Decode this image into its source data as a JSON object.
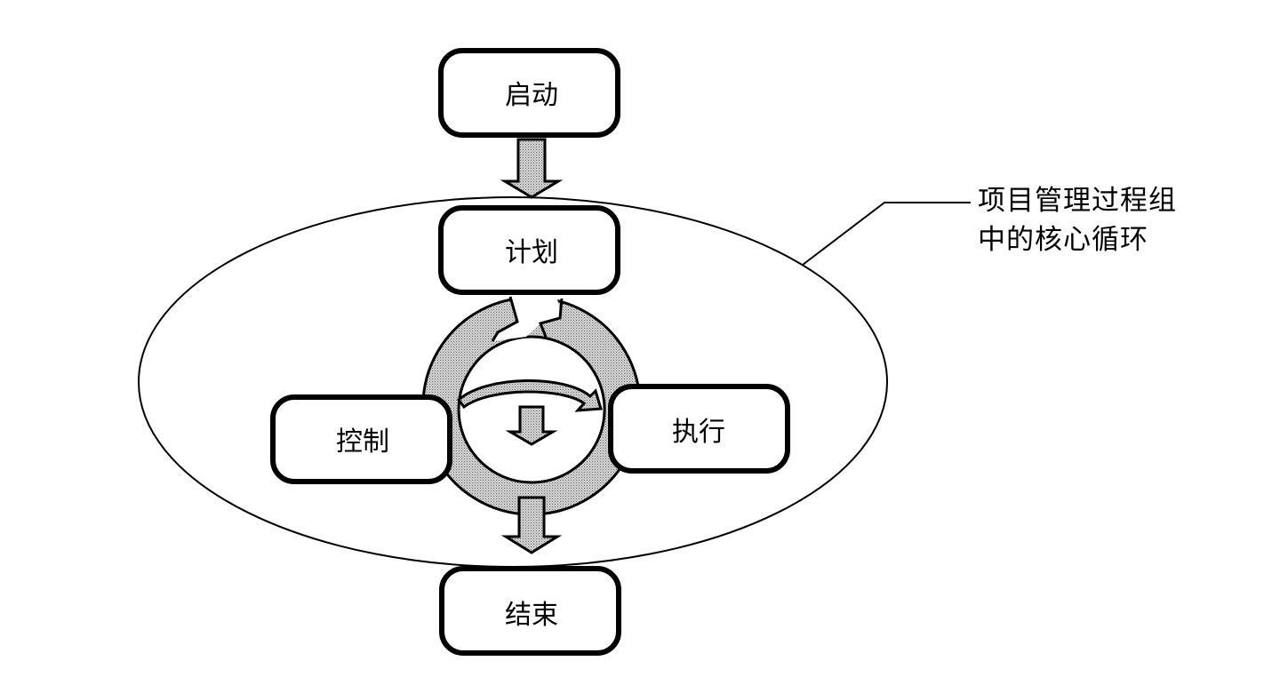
{
  "nodes": {
    "initiate": "启动",
    "planning": "计划",
    "control": "控制",
    "execute": "执行",
    "closing": "结束"
  },
  "annotation": {
    "line1": "项目管理过程组",
    "line2": "中的核心循环"
  },
  "colors": {
    "stroke": "#000000",
    "background": "#ffffff",
    "arrow_dot": "#5a5a5a"
  }
}
